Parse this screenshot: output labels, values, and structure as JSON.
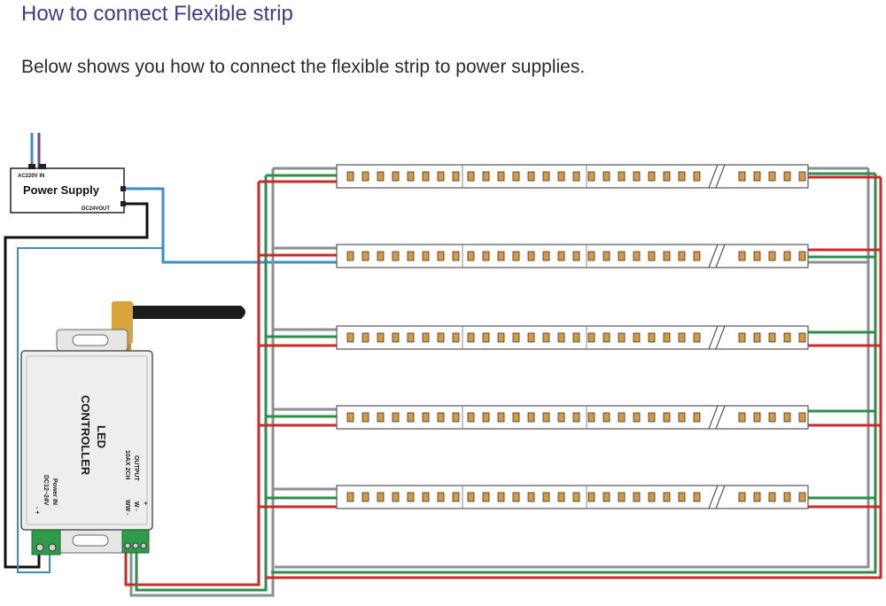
{
  "page": {
    "title": "How to connect Flexible strip",
    "subtitle": "Below shows you how to connect the flexible strip to power supplies."
  },
  "power_supply": {
    "input_label": "AC220V IN",
    "name": "Power Supply",
    "output_label": "DC24VOUT"
  },
  "controller": {
    "line1": "LED",
    "line2": "CONTROLLER",
    "power_label": "Power IN",
    "voltage": "DC12~24V",
    "power_terminals": "- +",
    "output_label": "OUTPUT",
    "output_rating": "10AX 2CH",
    "output_terminals": [
      "+",
      "W -",
      "WW -"
    ]
  },
  "colors": {
    "wire_red": "#cc2a2a",
    "wire_green": "#2a8f4a",
    "wire_blue": "#3a8ec8",
    "wire_gray": "#8a8f93",
    "wire_black": "#111111",
    "terminal_green": "#2f9a47",
    "chip": "#d89a3c"
  },
  "strips": {
    "count": 5
  }
}
